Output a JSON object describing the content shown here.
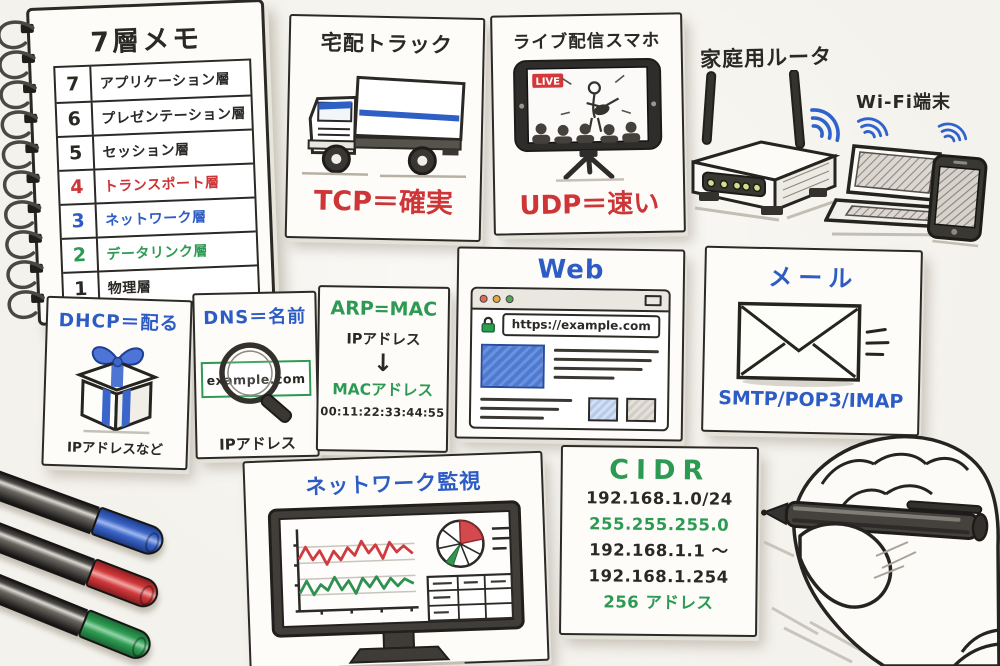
{
  "colors": {
    "ink": "#2b2926",
    "red": "#cd3537",
    "blue": "#2d5cc5",
    "green": "#2d9a53",
    "paper": "#f4f2ec"
  },
  "notebook": {
    "title": "7層メモ",
    "layers": [
      {
        "num": "7",
        "label": "アプリケーション層"
      },
      {
        "num": "6",
        "label": "プレゼンテーション層"
      },
      {
        "num": "5",
        "label": "セッション層"
      },
      {
        "num": "4",
        "label": "トランスポート層"
      },
      {
        "num": "3",
        "label": "ネットワーク層"
      },
      {
        "num": "2",
        "label": "データリンク層"
      },
      {
        "num": "1",
        "label": "物理層"
      }
    ]
  },
  "tcp_card": {
    "title": "宅配トラック",
    "caption": "TCP＝確実"
  },
  "udp_card": {
    "title": "ライブ配信スマホ",
    "badge": "LIVE",
    "caption": "UDP＝速い"
  },
  "router": {
    "label": "家庭用ルータ"
  },
  "wifi": {
    "label": "Wi-Fi端末"
  },
  "dhcp_card": {
    "title": "DHCP＝配る",
    "caption": "IPアドレスなど"
  },
  "dns_card": {
    "title": "DNS＝名前",
    "domain": "example.com",
    "caption": "IPアドレス"
  },
  "arp_card": {
    "title": "ARP=MAC",
    "from": "IPアドレス",
    "arrow": "↓",
    "to": "MACアドレス",
    "mac": "00:11:22:33:44:55"
  },
  "web_card": {
    "title": "Web",
    "url": "https://example.com"
  },
  "mail_card": {
    "title": "メール",
    "caption": "SMTP/POP3/IMAP"
  },
  "monitor_card": {
    "title": "ネットワーク監視"
  },
  "cidr_card": {
    "title": "CIDR",
    "lines": [
      {
        "text": "192.168.1.0/24",
        "color": "ink"
      },
      {
        "text": "255.255.255.0",
        "color": "green"
      },
      {
        "text": "192.168.1.1 ～",
        "color": "ink"
      },
      {
        "text": "192.168.1.254",
        "color": "ink"
      },
      {
        "text": "256 アドレス",
        "color": "green"
      }
    ]
  }
}
